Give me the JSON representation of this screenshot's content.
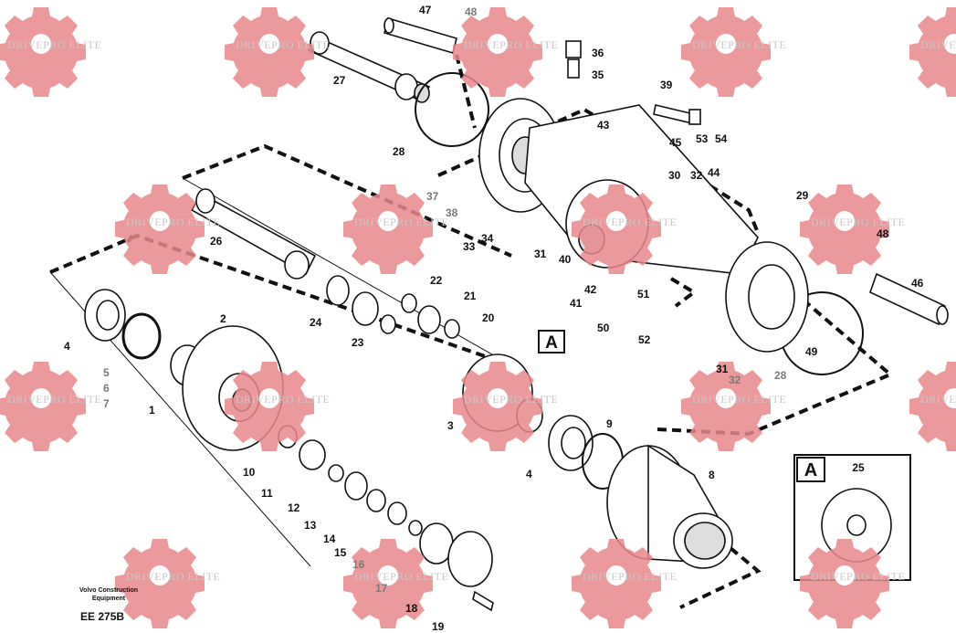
{
  "watermark": {
    "text": "DRIVEPRO ELITE",
    "color": "#e8878a"
  },
  "footer": {
    "brand_line1": "Volvo Construction",
    "brand_line2": "Equipment",
    "code": "EE 275B"
  },
  "detail_view": {
    "label": "A",
    "part_number": "25"
  },
  "section_marker": "A",
  "part_numbers": [
    "47",
    "48",
    "36",
    "35",
    "27",
    "39",
    "43",
    "45",
    "53",
    "54",
    "28",
    "30",
    "32",
    "44",
    "37",
    "38",
    "34",
    "33",
    "31",
    "29",
    "48",
    "26",
    "46",
    "40",
    "42",
    "41",
    "51",
    "50",
    "52",
    "22",
    "21",
    "20",
    "24",
    "23",
    "49",
    "31",
    "32",
    "28",
    "2",
    "4",
    "5",
    "6",
    "7",
    "1",
    "3",
    "9",
    "4",
    "8",
    "10",
    "11",
    "12",
    "13",
    "14",
    "15",
    "16",
    "17",
    "18",
    "19"
  ]
}
